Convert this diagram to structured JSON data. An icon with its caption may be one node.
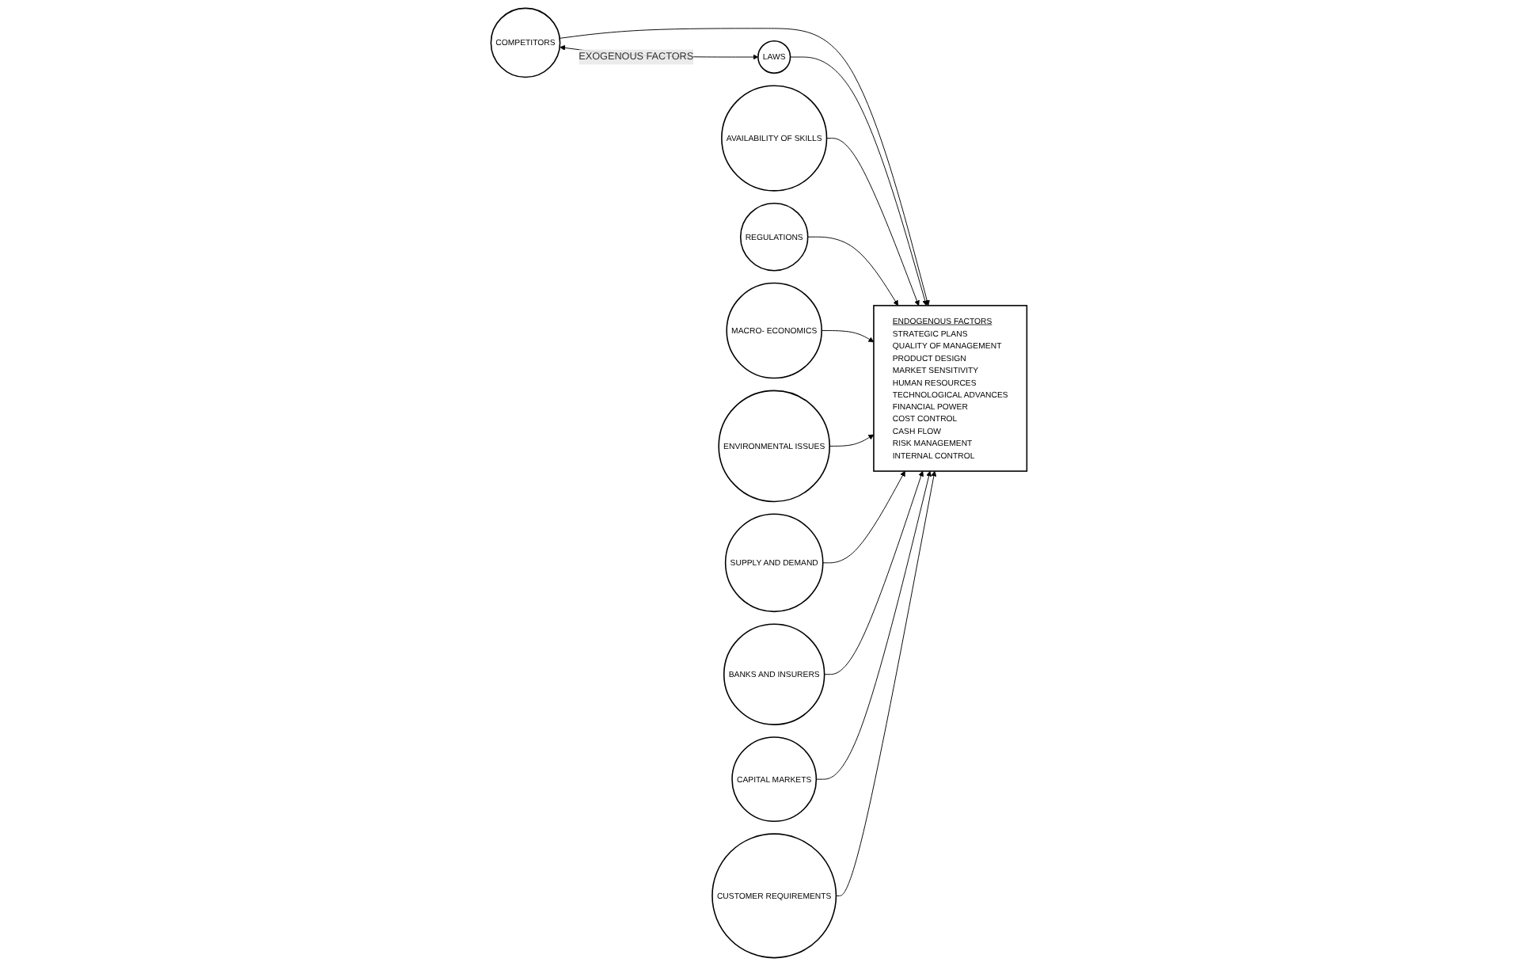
{
  "diagram": {
    "nodes": [
      {
        "text": [
          "COMPETITORS"
        ]
      },
      {
        "text": [
          "LAWS"
        ]
      },
      {
        "text": [
          "ENDOGENOUS FACTORS",
          "STRATEGIC PLANS",
          "QUALITY OF MANAGEMENT",
          "PRODUCT DESIGN",
          "MARKET SENSITIVITY",
          "HUMAN RESOURCES",
          "TECHNOLOGICAL ADVANCES",
          "FINANCIAL POWER",
          "COST CONTROL",
          "CASH FLOW",
          "RISK MANAGEMENT",
          "INTERNAL CONTROL"
        ]
      },
      {
        "text": [
          "AVAILABILITY OF SKILLS"
        ]
      },
      {
        "text": [
          "REGULATIONS"
        ]
      },
      {
        "text": [
          "MACRO- ECONOMICS"
        ]
      },
      {
        "text": [
          "ENVIRONMENTAL ISSUES"
        ]
      },
      {
        "text": [
          "SUPPLY AND DEMAND"
        ]
      },
      {
        "text": [
          "BANKS AND INSURERS"
        ]
      },
      {
        "text": [
          "CAPITAL MARKETS"
        ]
      },
      {
        "text": [
          "CUSTOMER REQUIREMENTS"
        ]
      }
    ],
    "edges": [
      {
        "from": 0,
        "to": 1,
        "arrow": "both",
        "label": "EXOGENOUS FACTORS"
      },
      {
        "from": 0,
        "to": 2,
        "arrow": "to"
      },
      {
        "from": 1,
        "to": 2,
        "arrow": "to"
      },
      {
        "from": 3,
        "to": 2,
        "arrow": "to"
      },
      {
        "from": 4,
        "to": 2,
        "arrow": "to"
      },
      {
        "from": 5,
        "to": 2,
        "arrow": "to"
      },
      {
        "from": 6,
        "to": 2,
        "arrow": "to"
      },
      {
        "from": 7,
        "to": 2,
        "arrow": "to"
      },
      {
        "from": 8,
        "to": 2,
        "arrow": "to"
      },
      {
        "from": 9,
        "to": 2,
        "arrow": "to"
      },
      {
        "from": 10,
        "to": 2,
        "arrow": "to"
      }
    ]
  }
}
